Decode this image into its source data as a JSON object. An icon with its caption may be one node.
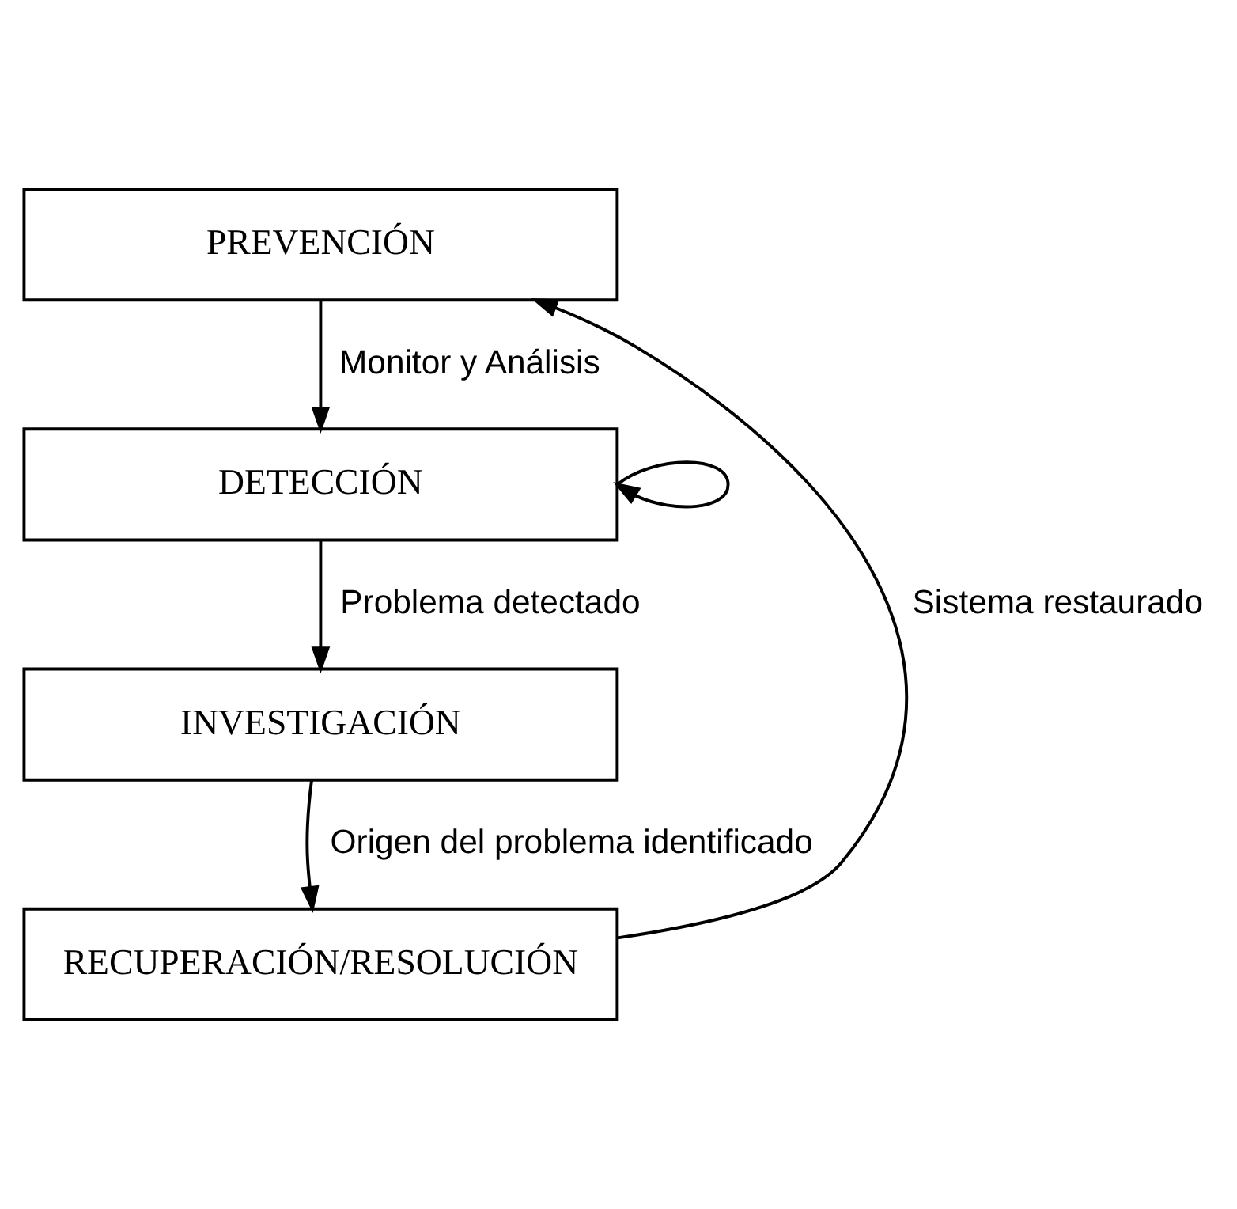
{
  "diagram": {
    "nodes": [
      {
        "text": [
          "PREVENCIÓN"
        ]
      },
      {
        "text": [
          "DETECCIÓN"
        ]
      },
      {
        "text": [
          "INVESTIGACIÓN"
        ]
      },
      {
        "text": [
          "RECUPERACIÓN/RESOLUCIÓN"
        ]
      }
    ],
    "edges": [
      {
        "from": 0,
        "to": 1,
        "arrow": "to",
        "label": "Monitor y Análisis"
      },
      {
        "from": 1,
        "to": 1,
        "arrow": "to"
      },
      {
        "from": 1,
        "to": 2,
        "arrow": "to",
        "label": "Problema detectado"
      },
      {
        "from": 2,
        "to": 3,
        "arrow": "to",
        "label": "Origen del problema identificado"
      },
      {
        "from": 3,
        "to": 0,
        "arrow": "to",
        "label": "Sistema restaurado"
      }
    ]
  }
}
